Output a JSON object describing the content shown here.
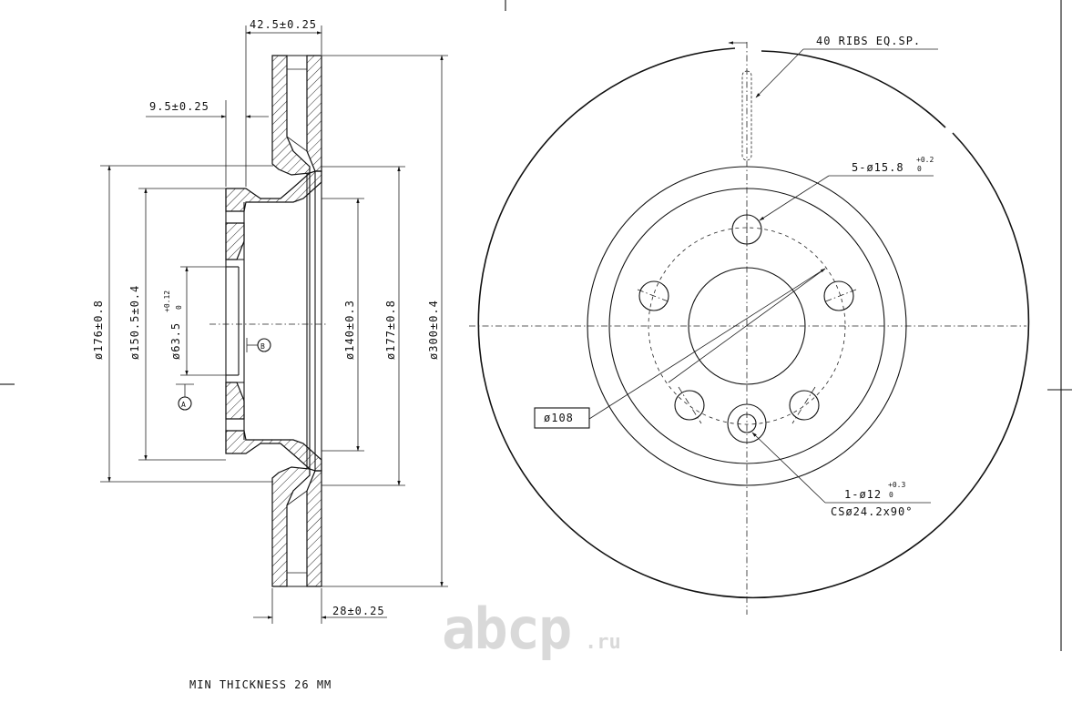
{
  "dimensions": {
    "hub_width": "42.5±0.25",
    "hat_offset": "9.5±0.25",
    "dia_176": "ø176±0.8",
    "dia_150": "ø150.5±0.4",
    "dia_63": "ø63.5",
    "dia_63_tol_upper": "+0.12",
    "dia_63_tol_lower": "0",
    "dia_140": "ø140±0.3",
    "dia_177": "ø177±0.8",
    "dia_300": "ø300±0.4",
    "thickness": "28±0.25",
    "pcd": "ø108"
  },
  "callouts": {
    "ribs": "40 RIBS EQ.SP.",
    "bolt_holes": "5-ø15.8",
    "bolt_holes_tol_upper": "+0.2",
    "bolt_holes_tol_lower": "0",
    "locator_hole": "1-ø12",
    "locator_hole_tol_upper": "+0.3",
    "locator_hole_tol_lower": "0",
    "countersink": "CSø24.2x90°"
  },
  "datums": {
    "a": "A",
    "b": "B"
  },
  "notes": {
    "min_thickness": "MIN THICKNESS 26 MM"
  },
  "watermark": {
    "text": "abcp",
    "suffix": ".ru",
    "color": "#d9d9d9"
  }
}
